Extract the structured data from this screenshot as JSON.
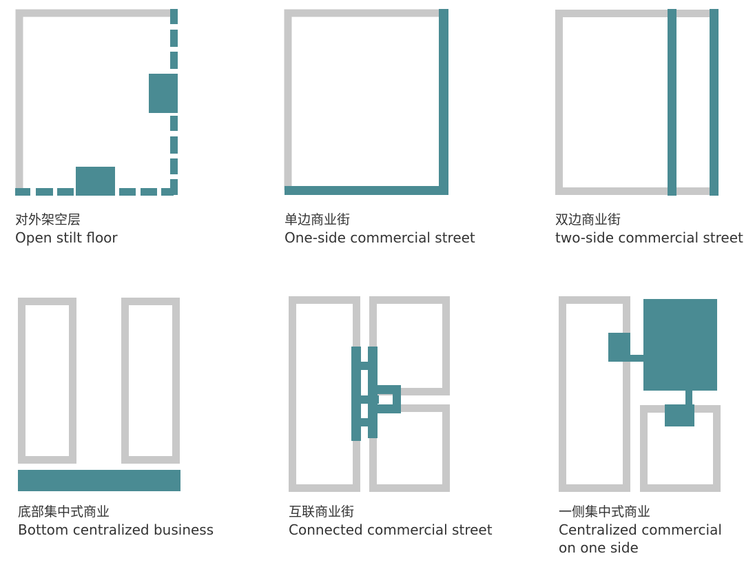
{
  "colors": {
    "outline": "#c8c8c8",
    "accent": "#4a8b93",
    "text": "#333333"
  },
  "diagrams": [
    {
      "label_zh": "对外架空层",
      "label_en": "Open stilt floor"
    },
    {
      "label_zh": "单边商业街",
      "label_en": "One-side commercial street"
    },
    {
      "label_zh": "双边商业街",
      "label_en": "two-side commercial street"
    },
    {
      "label_zh": "底部集中式商业",
      "label_en": "Bottom centralized business"
    },
    {
      "label_zh": "互联商业街",
      "label_en": "Connected commercial street"
    },
    {
      "label_zh": "一侧集中式商业",
      "label_en": "Centralized commercial\non one side"
    }
  ]
}
